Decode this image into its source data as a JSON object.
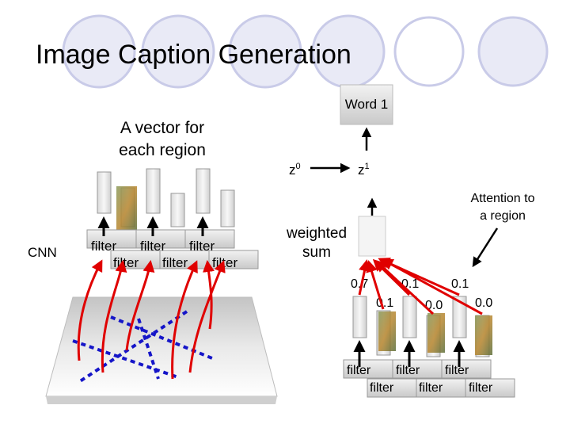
{
  "slide": {
    "title": "Image Caption Generation",
    "accent_colors": {
      "circle_outline": "#c9cbe8",
      "circle_fill": "#e9eaf6",
      "arrow_red": "#e00000",
      "dash_blue": "#1515c8"
    }
  },
  "diagram": {
    "word_box_label": "Word 1",
    "vector_caption": "A vector for each region",
    "vector_caption_lines": [
      "A vector for",
      "each region"
    ],
    "cnn_label": "CNN",
    "z0_label": "z",
    "z0_sup": "0",
    "z1_label": "z",
    "z1_sup": "1",
    "attention_caption": "Attention to a region",
    "attention_caption_lines": [
      "Attention to",
      "a region"
    ],
    "weighted_sum_lines": [
      "weighted",
      "sum"
    ],
    "weights": {
      "w1": "0.7",
      "w2": "0.1",
      "w3": "0.1",
      "w4": "0.1",
      "w5": "0.0",
      "w6": "0.0"
    },
    "filter_label": "filter"
  }
}
